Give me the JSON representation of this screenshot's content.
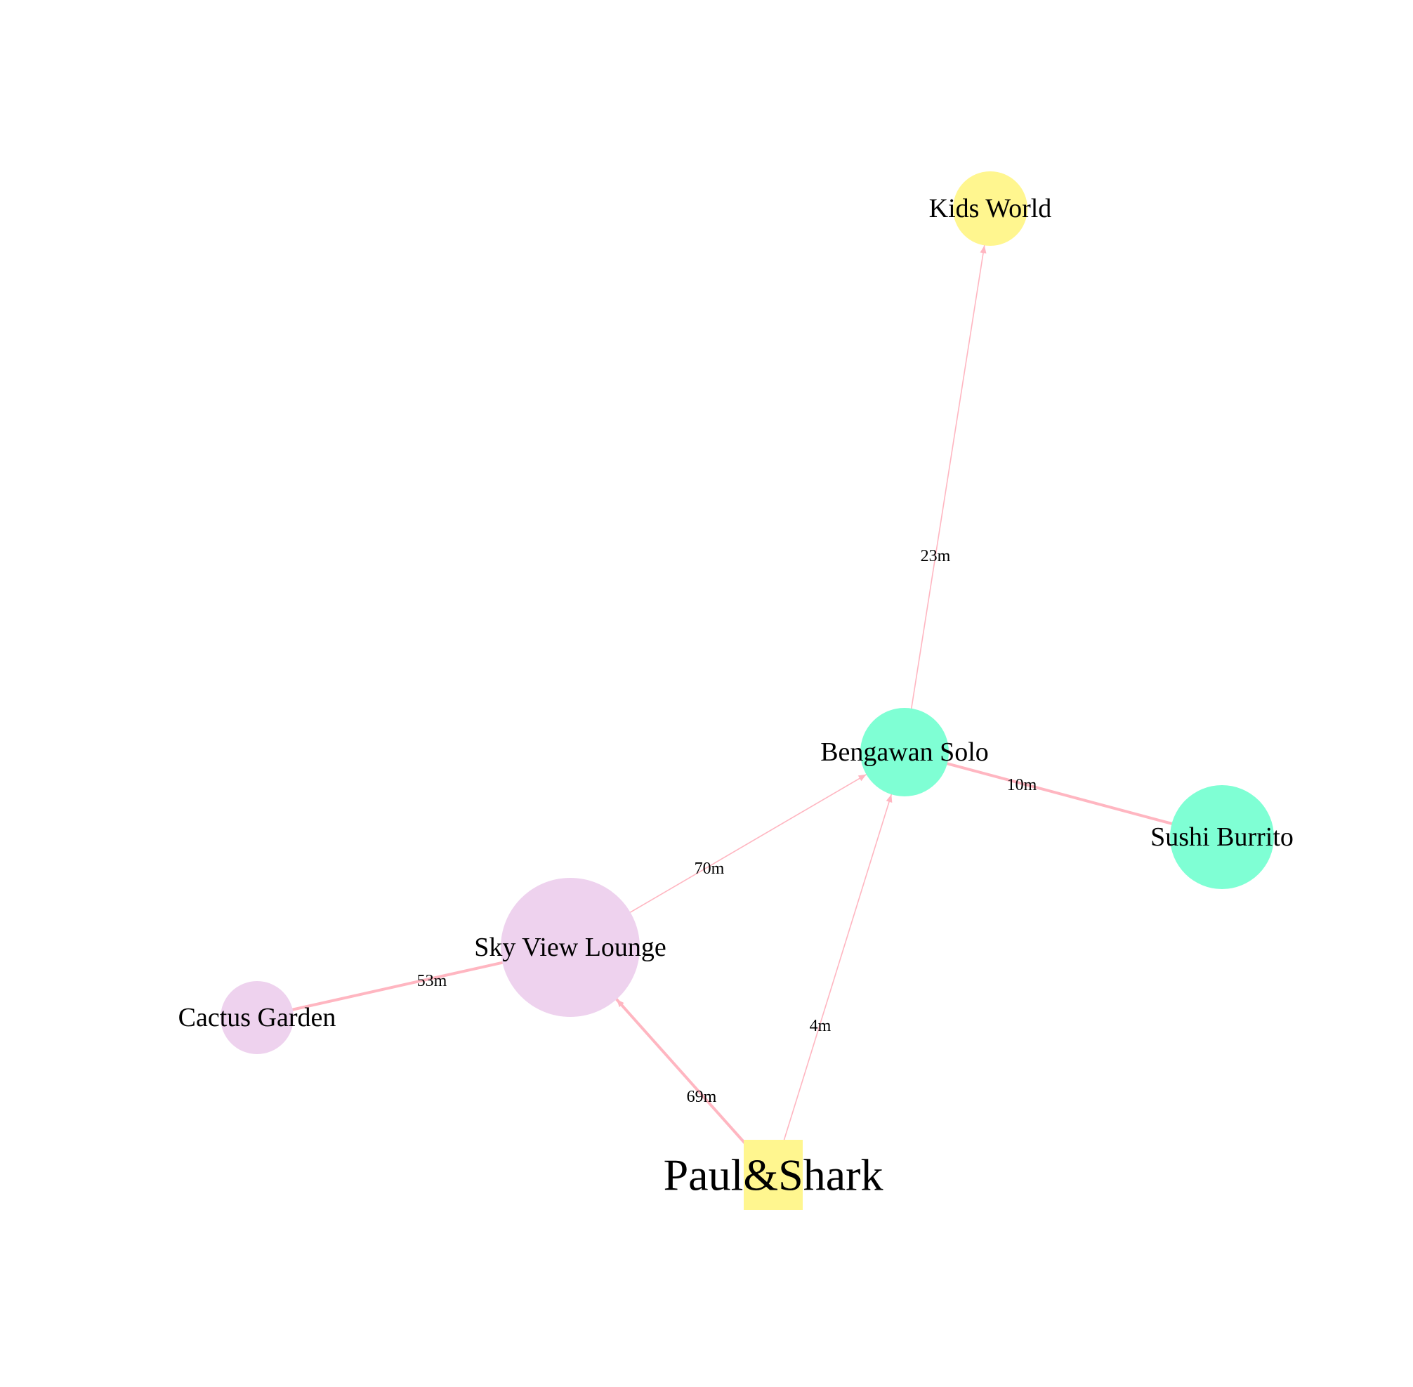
{
  "nodes": [
    {
      "id": "kids",
      "label": "Kids World",
      "shape": "circle",
      "color": "#fff68f"
    },
    {
      "id": "bengawan",
      "label": "Bengawan Solo",
      "shape": "circle",
      "color": "#7fffd4"
    },
    {
      "id": "sushi",
      "label": "Sushi Burrito",
      "shape": "circle",
      "color": "#7fffd4"
    },
    {
      "id": "skyview",
      "label": "Sky View Lounge",
      "shape": "circle",
      "color": "#eed2ee"
    },
    {
      "id": "cactus",
      "label": "Cactus Garden",
      "shape": "circle",
      "color": "#eed2ee"
    },
    {
      "id": "paul",
      "label": "Paul&Shark",
      "shape": "square",
      "color": "#fff68f"
    }
  ],
  "edges": [
    {
      "from": "bengawan",
      "to": "kids",
      "label": "23m",
      "directed": true
    },
    {
      "from": "bengawan",
      "to": "sushi",
      "label": "10m",
      "directed": false
    },
    {
      "from": "skyview",
      "to": "bengawan",
      "label": "70m",
      "directed": true
    },
    {
      "from": "cactus",
      "to": "skyview",
      "label": "53m",
      "directed": false
    },
    {
      "from": "paul",
      "to": "bengawan",
      "label": "4m",
      "directed": true
    },
    {
      "from": "paul",
      "to": "skyview",
      "label": "69m",
      "directed": true
    }
  ],
  "edge_color": "#ffb6c1"
}
